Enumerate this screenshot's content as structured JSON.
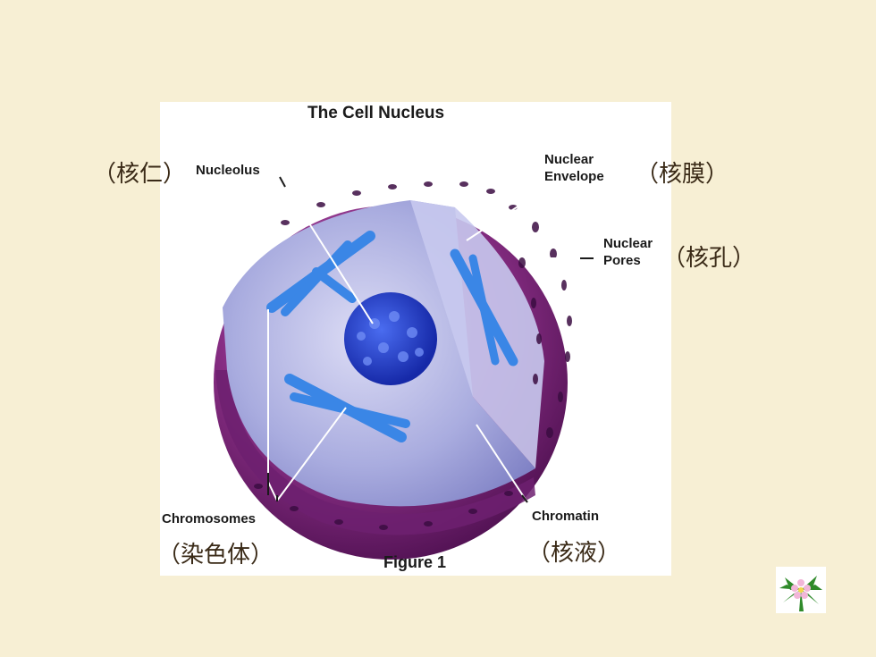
{
  "figure": {
    "title": "The Cell Nucleus",
    "caption": "Figure 1",
    "labels": {
      "nucleolus": "Nucleolus",
      "nuclear_envelope_line1": "Nuclear",
      "nuclear_envelope_line2": "Envelope",
      "nuclear_pores_line1": "Nuclear",
      "nuclear_pores_line2": "Pores",
      "chromosomes": "Chromosomes",
      "chromatin": "Chromatin"
    }
  },
  "annotations": {
    "nucleolus": "（核仁）",
    "nuclear_envelope": "（核膜）",
    "nuclear_pores": "（核孔）",
    "chromosomes": "（染色体）",
    "chromatin": "（核液）"
  },
  "colors": {
    "background": "#f7efd4",
    "envelope": "#8a2f86",
    "interior": "#b7b8e6",
    "nucleolus": "#1c3fd6",
    "chromosome": "#3a86e6",
    "annotation_text": "#3a2a17"
  },
  "icons": {
    "corner_logo": "flower-icon"
  }
}
